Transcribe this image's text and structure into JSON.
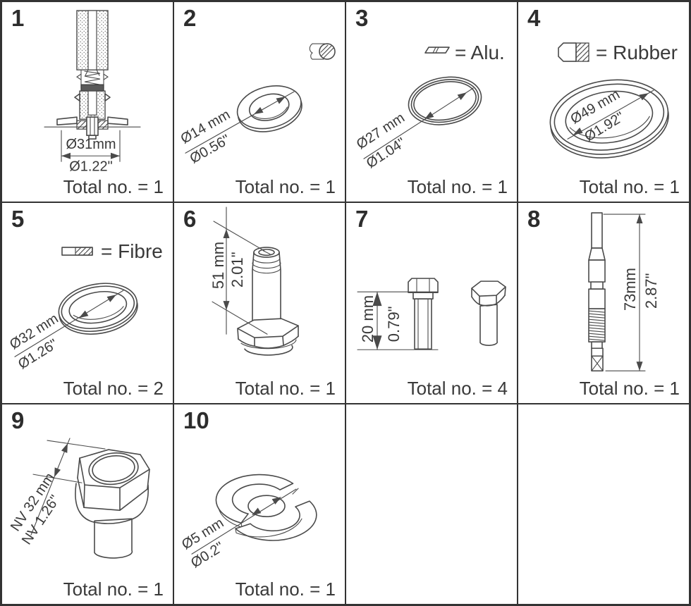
{
  "colors": {
    "line": "#4a4a4a",
    "text": "#3a3a3a",
    "border": "#333333",
    "background": "#ffffff"
  },
  "cells": [
    {
      "number": "1",
      "dim_mm": "Ø31mm",
      "dim_inch": "Ø1.22\"",
      "total": "Total no. = 1"
    },
    {
      "number": "2",
      "dim_mm": "Ø14 mm",
      "dim_inch": "Ø0.56\"",
      "total": "Total no. = 1"
    },
    {
      "number": "3",
      "material": "= Alu.",
      "dim_mm": "Ø27 mm",
      "dim_inch": "Ø1.04\"",
      "total": "Total no. = 1"
    },
    {
      "number": "4",
      "material": "= Rubber",
      "dim_mm": "Ø49 mm",
      "dim_inch": "Ø1.92\"",
      "total": "Total no. = 1"
    },
    {
      "number": "5",
      "material": "= Fibre",
      "dim_mm": "Ø32 mm",
      "dim_inch": "Ø1.26\"",
      "total": "Total no. = 2"
    },
    {
      "number": "6",
      "dim_mm": "51 mm",
      "dim_inch": "2.01\"",
      "total": "Total no. = 1"
    },
    {
      "number": "7",
      "dim_mm": "20 mm",
      "dim_inch": "0.79\"",
      "total": "Total no. = 4"
    },
    {
      "number": "8",
      "dim_mm": "73mm",
      "dim_inch": "2.87\"",
      "total": "Total no. = 1"
    },
    {
      "number": "9",
      "dim_mm": "NV 32 mm",
      "dim_inch": "NV 1.26\"",
      "total": "Total no. = 1"
    },
    {
      "number": "10",
      "dim_mm": "Ø5 mm",
      "dim_inch": "Ø0.2\"",
      "total": "Total no. = 1"
    }
  ]
}
